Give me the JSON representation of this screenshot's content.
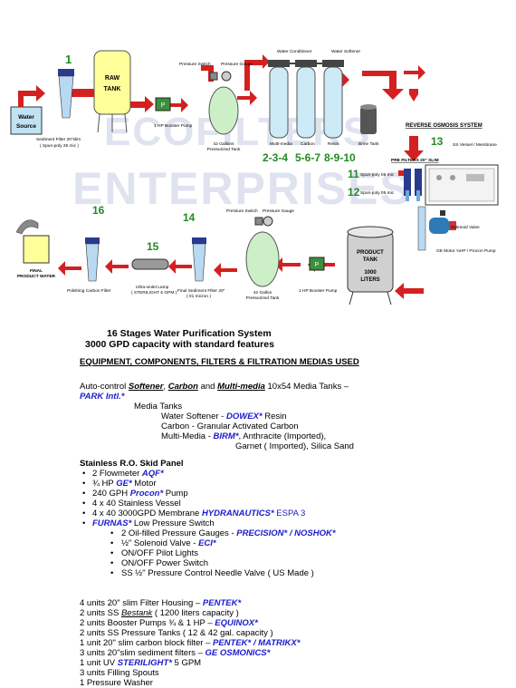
{
  "diagram": {
    "watermark_line1": "ECOFILTERS",
    "watermark_line2": "ENTERPRISES",
    "water_source": "Water\nSource",
    "raw_tank_line1": "RAW",
    "raw_tank_line2": "TANK",
    "stage1": "1",
    "sediment_filter_label": "Sediment Filter 20\"slim",
    "sediment_filter_sub": "( Spun-poly 25 mic )",
    "pressure_switch": "Pressure Switch",
    "pressure_gauge": "Pressure Gauge",
    "booster_pump_1hp": "1 HP Booster Pump",
    "tank_42_label1": "42 Gallons",
    "tank_42_label2": "Pressurized Tank",
    "water_conditioner": "Water Conditioner",
    "water_softener": "Water Softener",
    "multi_media": "Multi-media",
    "carbon": "Carbon",
    "resin": "Resin",
    "brine_tank": "Brine Tank",
    "stages_234": "2-3-4",
    "stages_567": "5-6-7",
    "stages_8910": "8-9-10",
    "ro_system": "REVERSE OSMOSIS SYSTEM",
    "stage13": "13",
    "ss_vessel": "SS Vessel / Membrane",
    "pre_filters": "PRE FILTERS 20\" SLIM",
    "stage11": "11",
    "spun_poly_05": "Spun-poly 05 mic",
    "stage12": "12",
    "spun_poly_05b": "Spun-poly 05 mic",
    "solenoid_valve": "Solenoid Valve",
    "ge_motor": "GE Motor ¾HP / Procon Pump",
    "stage16": "16",
    "stage14": "14",
    "stage15": "15",
    "final_product_water1": "FINAL",
    "final_product_water2": "PRODUCT WATER",
    "polishing_filter": "Polishing Carbon Filter",
    "uv_lamp1": "Ultra-violet Lamp",
    "uv_lamp2": "( STERILIGHT 5 GPM )",
    "final_sediment1": "Final Sediment Filter 20\"",
    "final_sediment2": "( 01 micron )",
    "pressure_switch2": "Pressure Switch",
    "pressure_gauge2": "Pressure Gauge",
    "tank_42b_1": "42 Gallon",
    "tank_42b_2": "Pressurized Tank",
    "booster_pump2": "1 HP Booster Pump",
    "product_tank1": "PRODUCT",
    "product_tank2": "TANK",
    "product_tank3": "1000",
    "product_tank4": "LITERS",
    "pump_p": "P"
  },
  "doc": {
    "title1": "16 Stages Water Purification System",
    "title2": "3000 GPD capacity with standard features",
    "heading": "EQUIPMENT, COMPONENTS, FILTERS & FILTRATION MEDIAS USED",
    "auto_pre": "Auto-control ",
    "auto_softener": "Softener",
    "auto_comma": ", ",
    "auto_carbon": "Carbon",
    "auto_and": " and ",
    "auto_mm": "Multi-media",
    "auto_post": " 10x54 Media  Tanks –",
    "park": "PARK Intl.*",
    "media_tanks": "Media Tanks",
    "ws_label": "Water Softener  -  ",
    "ws_brand": "DOWEX*",
    "ws_rest": " Resin",
    "carbon_label": "Carbon              - Granular Activated Carbon",
    "mm_label": "Multi-Media       - ",
    "mm_brand": "BIRM*",
    "mm_rest": ", Anthracite (Imported),",
    "mm_rest2": "Garnet ( Imported), Silica Sand",
    "ro_panel": "Stainless R.O. Skid Panel",
    "b1a": "2 Flowmeter   ",
    "b1b": "AQF*",
    "b2a": "¾ HP ",
    "b2b": "GE*",
    "b2c": " Motor",
    "b3a": "240 GPH ",
    "b3b": "Procon*",
    "b3c": " Pump",
    "b4": "4 x 40 Stainless Vessel",
    "b5a": "4 x 40 3000GPD Membrane ",
    "b5b": "HYDRANAUTICS*",
    "b5c": "  ESPA 3",
    "b6a": "FURNAS*",
    "b6b": " Low Pressure Switch",
    "s1a": "2 Oil-filled Pressure Gauges - ",
    "s1b": "PRECISION* / NOSHOK*",
    "s2a": "½\" Solenoid Valve  - ",
    "s2b": "ECI*",
    "s3": "ON/OFF Pilot Lights",
    "s4": "ON/OFF Power Switch",
    "s5": "SS ½\" Pressure Control Needle Valve ( US Made )",
    "l1a": "4 units 20\" slim Filter Housing – ",
    "l1b": "PENTEK*",
    "l2a": "2 units SS ",
    "l2b": "Bestank",
    "l2c": " ( 1200 liters capacity )",
    "l3a": "2 units Booster Pumps ¾ & 1 HP – ",
    "l3b": "EQUINOX*",
    "l4": "2 units SS Pressure Tanks ( 12 & 42 gal. capacity )",
    "l5a": " 1 unit   20\" slim carbon  block filter – ",
    "l5b": "PENTEK* / MATRIKX*",
    "l6a": " 3 units 20\"slim  sediment  filters – ",
    "l6b": "GE OSMONICS*",
    "l7a": "1 unit UV ",
    "l7b": "STERILIGHT*",
    "l7c": " 5 GPM",
    "l8": "3 units  Filling Spouts",
    "l9": "1 Pressure Washer"
  }
}
